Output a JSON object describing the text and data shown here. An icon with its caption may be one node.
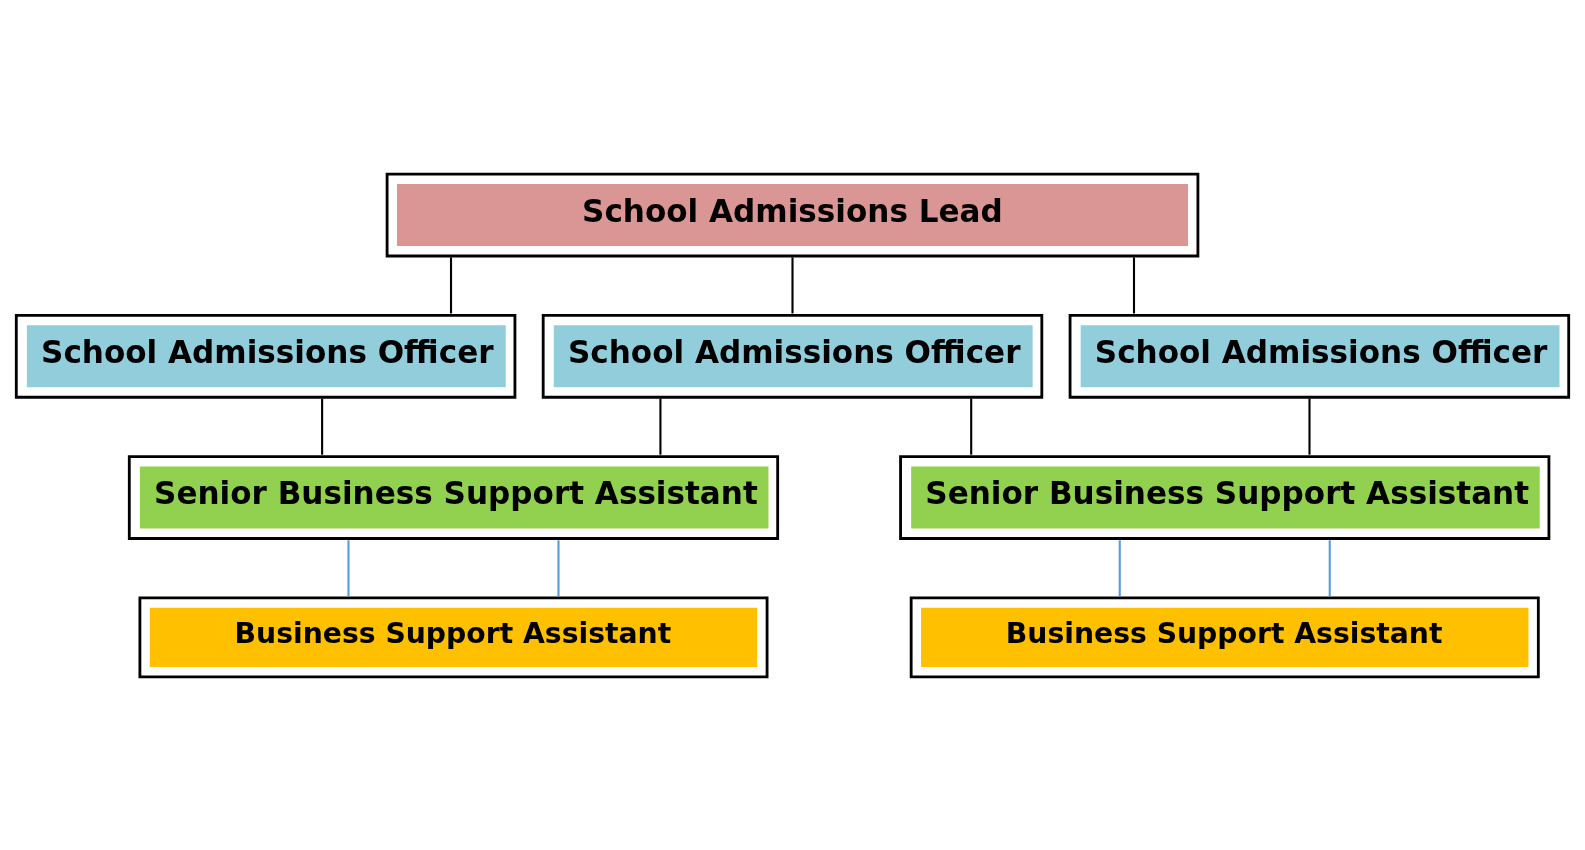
{
  "diagram": {
    "nodes": [
      {
        "text": [
          "School Admissions Lead"
        ]
      },
      {
        "text": [
          "School Admissions Officer"
        ]
      },
      {
        "text": [
          "School Admissions Officer"
        ]
      },
      {
        "text": [
          "School Admissions Officer"
        ]
      },
      {
        "text": [
          "Senior Business Support Assistant"
        ]
      },
      {
        "text": [
          "Senior Business Support Assistant"
        ]
      },
      {
        "text": [
          "Business Support Assistant"
        ]
      },
      {
        "text": [
          "Business Support Assistant"
        ]
      }
    ],
    "edges": [
      {
        "from": 0,
        "to": 1,
        "arrow": "none"
      },
      {
        "from": 0,
        "to": 2,
        "arrow": "none"
      },
      {
        "from": 0,
        "to": 3,
        "arrow": "none"
      },
      {
        "from": 1,
        "to": 4,
        "arrow": "none"
      },
      {
        "from": 2,
        "to": 4,
        "arrow": "none"
      },
      {
        "from": 2,
        "to": 5,
        "arrow": "none"
      },
      {
        "from": 3,
        "to": 5,
        "arrow": "none"
      },
      {
        "from": 4,
        "to": 6,
        "arrow": "none",
        "color": "#5b9bd5"
      },
      {
        "from": 4,
        "to": 6,
        "arrow": "none",
        "color": "#5b9bd5"
      },
      {
        "from": 5,
        "to": 7,
        "arrow": "none",
        "color": "#5b9bd5"
      },
      {
        "from": 5,
        "to": 7,
        "arrow": "none",
        "color": "#5b9bd5"
      }
    ]
  }
}
